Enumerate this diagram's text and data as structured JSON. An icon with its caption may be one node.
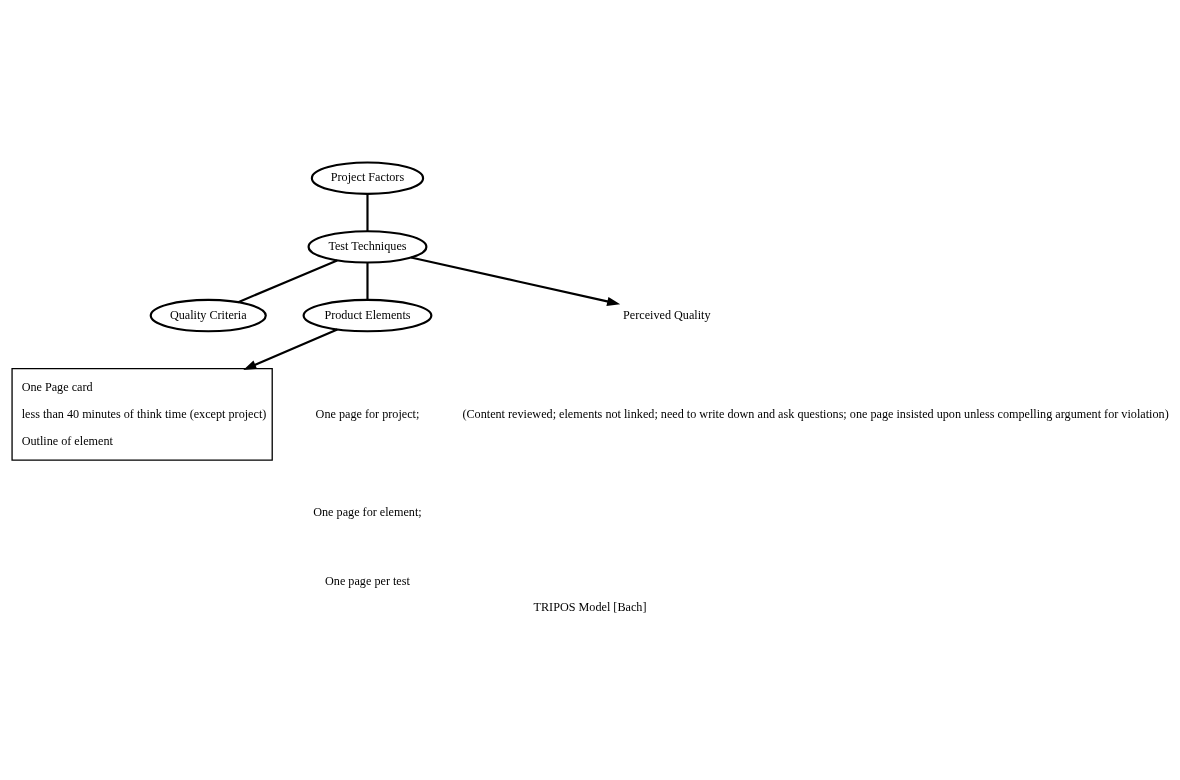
{
  "diagram": {
    "caption": "TRIPOS Model [Bach]",
    "nodes": [
      {
        "text": [
          "Project Factors"
        ]
      },
      {
        "text": [
          "Test Techniques"
        ]
      },
      {
        "text": [
          "Quality Criteria"
        ]
      },
      {
        "text": [
          "Product Elements"
        ]
      },
      {
        "text": [
          "Perceived Quality"
        ]
      },
      {
        "text": [
          "One Page card",
          "less than 40 minutes of think time (except project)",
          "Outline of element"
        ]
      }
    ],
    "edges": [
      {
        "from": 0,
        "to": 1,
        "arrow": "none"
      },
      {
        "from": 1,
        "to": 2,
        "arrow": "none"
      },
      {
        "from": 1,
        "to": 3,
        "arrow": "none"
      },
      {
        "from": 1,
        "to": 4,
        "arrow": "to"
      },
      {
        "from": 3,
        "to": 5,
        "arrow": "to"
      }
    ],
    "labels": [
      "(Content reviewed; elements not linked; need to write down and ask questions; one page insisted upon unless compelling argument for violation)",
      "One page for project;",
      "One page for element;",
      "One page per test"
    ]
  }
}
